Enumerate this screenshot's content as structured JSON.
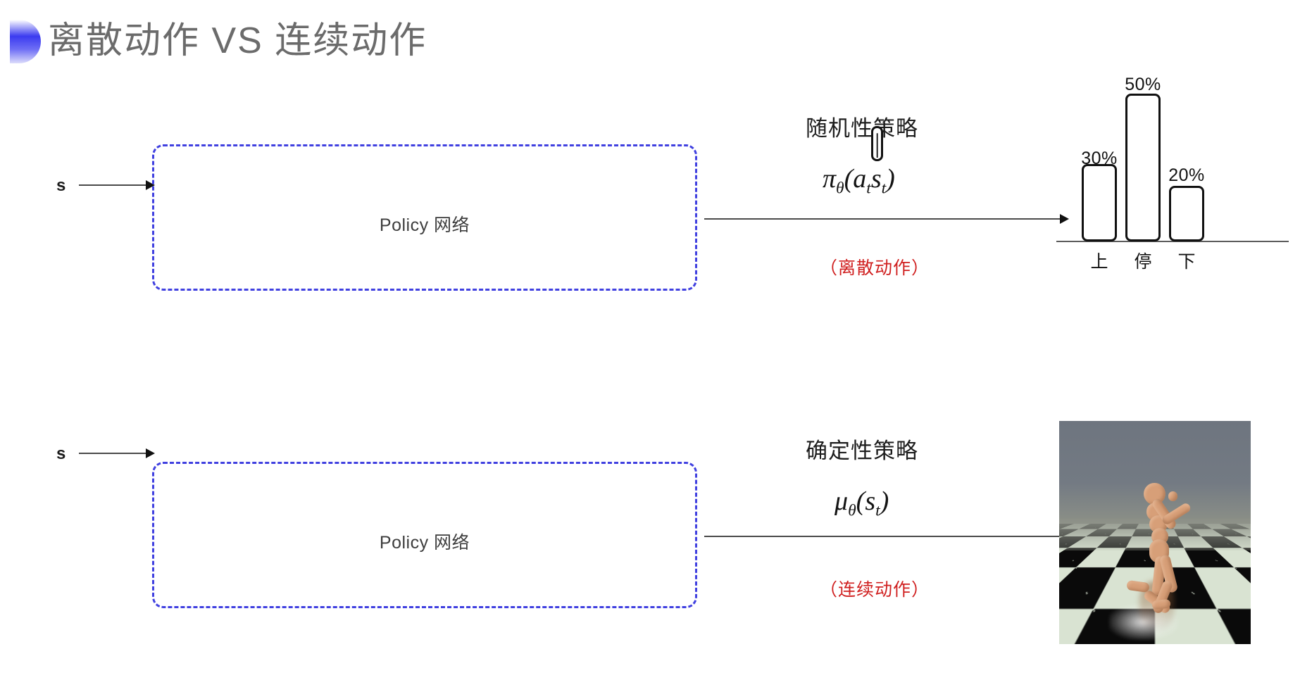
{
  "slide": {
    "title": "离散动作 VS 连续动作",
    "bullet_color": "#3b3bf0",
    "background": "#ffffff"
  },
  "rows": [
    {
      "id": "discrete",
      "input_label": "s",
      "box_label": "Policy 网络",
      "box_border_color": "#4040e0",
      "policy_kind": "随机性策略",
      "formula": {
        "head": "π",
        "head_sub": "θ",
        "body_open": "(",
        "arg1": "a",
        "arg1_sub": "t",
        "separator": "|",
        "arg2": "s",
        "arg2_sub": "t",
        "body_close": ")"
      },
      "action_note": "（离散动作）",
      "action_note_color": "#d02020"
    },
    {
      "id": "continuous",
      "input_label": "s",
      "box_label": "Policy 网络",
      "box_border_color": "#4040e0",
      "policy_kind": "确定性策略",
      "formula": {
        "head": "μ",
        "head_sub": "θ",
        "body_open": "(",
        "arg1": "s",
        "arg1_sub": "t",
        "separator": "",
        "arg2": "",
        "arg2_sub": "",
        "body_close": ")"
      },
      "action_note": "（连续动作）",
      "action_note_color": "#d02020"
    }
  ],
  "chart_data": {
    "type": "bar",
    "title": "",
    "categories": [
      "上",
      "停",
      "下"
    ],
    "values": [
      30,
      50,
      20
    ],
    "value_labels": [
      "30%",
      "50%",
      "20%"
    ],
    "xlabel": "",
    "ylabel": "",
    "ylim": [
      0,
      60
    ],
    "grid": false,
    "legend": "none",
    "bar_style": {
      "fill": "#ffffff",
      "stroke": "#111111"
    }
  },
  "humanoid": {
    "caption": "",
    "scene": "mujoco-humanoid",
    "sky_color": "#6e757f",
    "floor_colors": [
      "#d9e3d2",
      "#0a0a0a"
    ],
    "body_color": "#d79f78"
  }
}
